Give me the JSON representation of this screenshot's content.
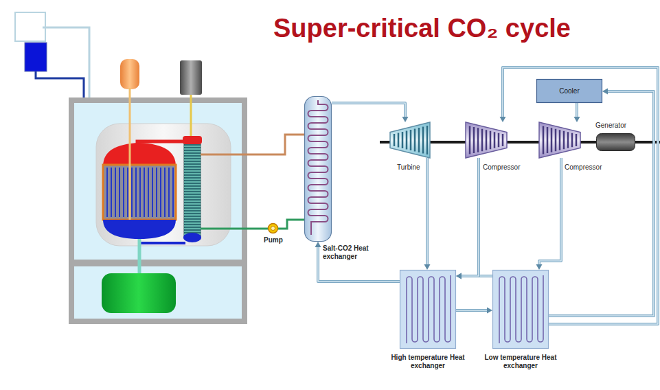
{
  "diagram": {
    "title": "Super-critical CO₂ cycle",
    "nodes": [
      {
        "text": [
          "Salt-CO2 Heat exchanger"
        ]
      },
      {
        "text": [
          "Pump"
        ]
      },
      {
        "text": [
          "Turbine"
        ]
      },
      {
        "text": [
          "Compressor"
        ]
      },
      {
        "text": [
          "Compressor"
        ]
      },
      {
        "text": [
          "Cooler"
        ]
      },
      {
        "text": [
          "Generator"
        ]
      },
      {
        "text": [
          "High temperature Heat exchanger"
        ]
      },
      {
        "text": [
          "Low temperature Heat exchanger"
        ]
      }
    ],
    "edges": [
      {
        "from": 1,
        "to": 0,
        "arrow": "none"
      },
      {
        "from": 0,
        "to": 2,
        "arrow": "to"
      },
      {
        "from": 2,
        "to": 7,
        "arrow": "to"
      },
      {
        "from": 7,
        "to": 8,
        "arrow": "to"
      },
      {
        "from": 8,
        "to": 5,
        "arrow": "to"
      },
      {
        "from": 5,
        "to": 4,
        "arrow": "to"
      },
      {
        "from": 4,
        "to": 8,
        "arrow": "to"
      },
      {
        "from": 8,
        "to": 7,
        "arrow": "to"
      },
      {
        "from": 3,
        "to": 7,
        "arrow": "to"
      },
      {
        "from": 7,
        "to": 0,
        "arrow": "to"
      },
      {
        "from": 8,
        "to": 3,
        "arrow": "to"
      }
    ]
  }
}
